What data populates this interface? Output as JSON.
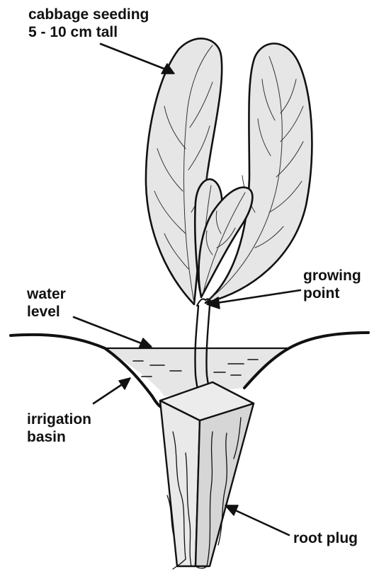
{
  "labels": {
    "seedling": [
      "cabbage seeding",
      "5 - 10 cm tall"
    ],
    "water_level": [
      "water",
      "level"
    ],
    "growing_point": [
      "growing",
      "point"
    ],
    "irrigation_basin": [
      "irrigation",
      "basin"
    ],
    "root_plug": [
      "root plug"
    ]
  },
  "colors": {
    "ink": "#111111",
    "fill": "#e6e6e6"
  }
}
